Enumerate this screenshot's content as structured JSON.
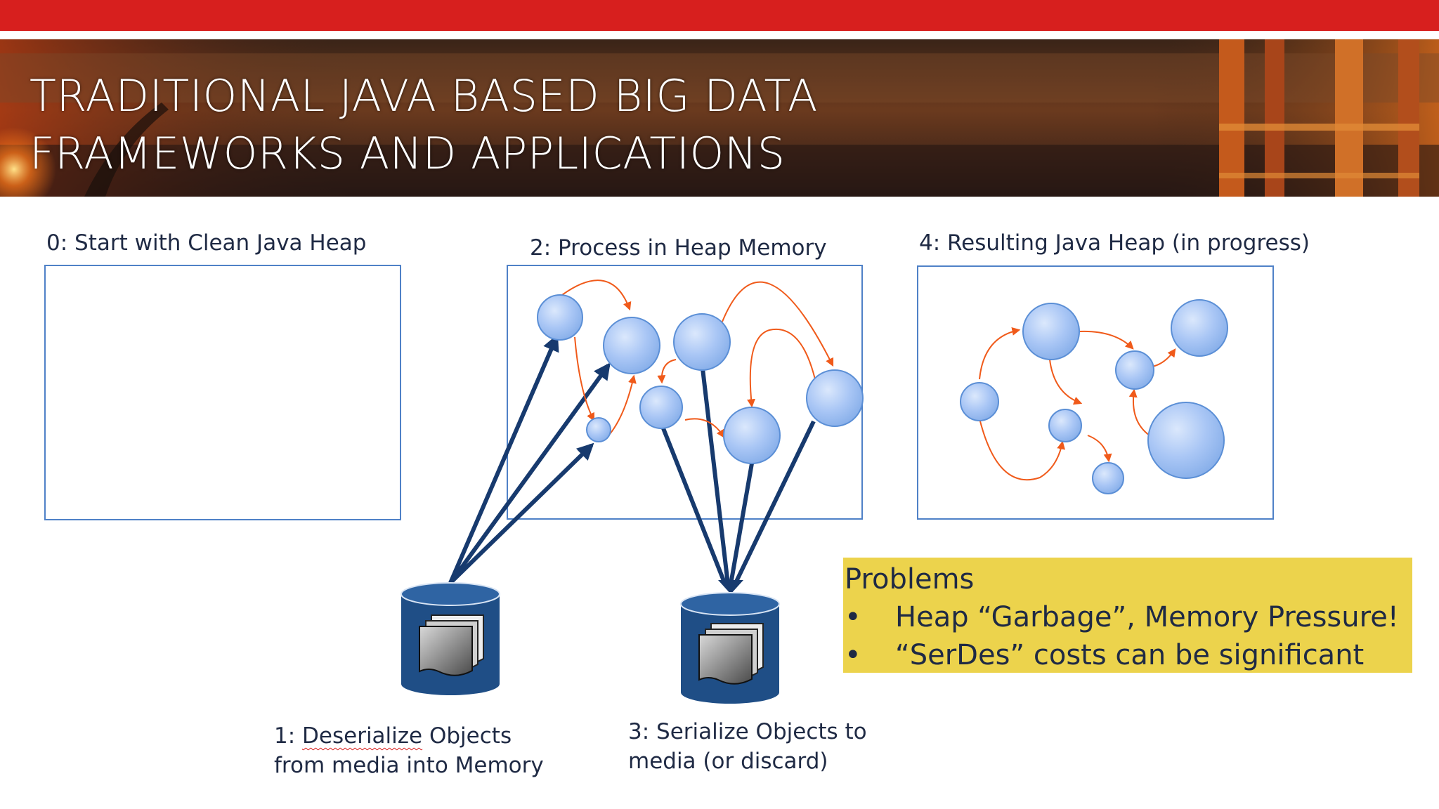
{
  "slide": {
    "title_lines": [
      "TRADITIONAL JAVA BASED BIG DATA",
      "FRAMEWORKS AND APPLICATIONS"
    ]
  },
  "diagram": {
    "labels": {
      "step0": "0: Start with Clean Java Heap",
      "step2": "2: Process in Heap Memory",
      "step4": "4: Resulting Java Heap (in progress)",
      "step1_line1_a": "1: ",
      "step1_line1_b": "Deserialize",
      "step1_line1_c": " Objects",
      "step1_line2": "from media into Memory",
      "step3_line1": "3: Serialize Objects to",
      "step3_line2": "media (or discard)"
    }
  },
  "problems": {
    "title": "Problems",
    "bullet_glyph": "•",
    "items": [
      "Heap “Garbage”,  Memory Pressure!",
      "“SerDes” costs can be significant"
    ]
  },
  "colors": {
    "accent_red": "#d71f1e",
    "node_fill": "#a9c6f5",
    "node_stroke": "#5b8fd6",
    "arrow_orange": "#f05a1a",
    "arrow_navy": "#173a6e",
    "database": "#1f4e86",
    "problems_bg": "#ecd34c"
  }
}
